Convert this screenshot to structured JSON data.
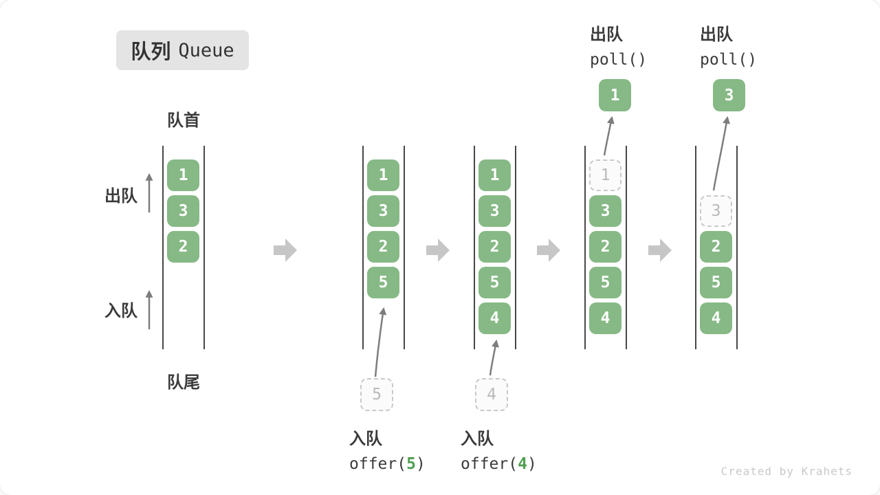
{
  "title": {
    "zh": "队列",
    "en": "Queue"
  },
  "side_labels": {
    "front": "队首",
    "rear": "队尾",
    "dequeue": "出队",
    "enqueue": "入队"
  },
  "queues": {
    "q1": {
      "cells": [
        "1",
        "3",
        "2"
      ]
    },
    "q2": {
      "cells": [
        "1",
        "3",
        "2",
        "5"
      ],
      "incoming": "5"
    },
    "q3": {
      "cells": [
        "1",
        "3",
        "2",
        "5",
        "4"
      ],
      "incoming": "4"
    },
    "q4": {
      "ghost": "1",
      "cells": [
        "3",
        "2",
        "5",
        "4"
      ],
      "outgoing": "1"
    },
    "q5": {
      "ghost": "3",
      "cells": [
        "2",
        "5",
        "4"
      ],
      "outgoing": "3"
    }
  },
  "operations": {
    "offer_q2": {
      "name": "入队",
      "code_prefix": "offer(",
      "arg": "5",
      "code_suffix": ")"
    },
    "offer_q3": {
      "name": "入队",
      "code_prefix": "offer(",
      "arg": "4",
      "code_suffix": ")"
    },
    "poll_q4": {
      "name": "出队",
      "code": "poll()"
    },
    "poll_q5": {
      "name": "出队",
      "code": "poll()"
    }
  },
  "watermark": "Created by Krahets",
  "colors": {
    "cell_green": "#86b985",
    "code_arg_green": "#4f9e51",
    "arrow_gray": "#7d7d7d",
    "block_arrow_gray": "#c6c6c6",
    "badge_bg": "#e4e4e4",
    "text_dark": "#3b3b3b",
    "ghost_border": "#c9c9c9",
    "ghost_text": "#b9b9b9",
    "wall_dark": "#474747",
    "watermark_gray": "#c9c9c9"
  }
}
